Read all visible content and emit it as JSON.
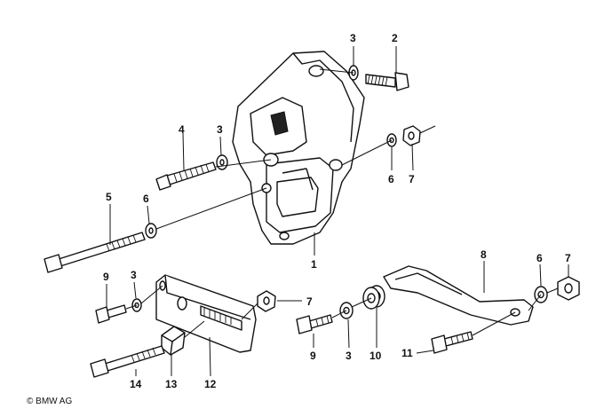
{
  "callouts": {
    "c1": "1",
    "c2": "2",
    "c3a": "3",
    "c3b": "3",
    "c3c": "3",
    "c3d": "3",
    "c4": "4",
    "c5": "5",
    "c6a": "6",
    "c6b": "6",
    "c6c": "6",
    "c7a": "7",
    "c7b": "7",
    "c7c": "7",
    "c8": "8",
    "c9a": "9",
    "c9b": "9",
    "c10": "10",
    "c11": "11",
    "c12": "12",
    "c13": "13",
    "c14": "14"
  },
  "copyright": "© BMW AG"
}
